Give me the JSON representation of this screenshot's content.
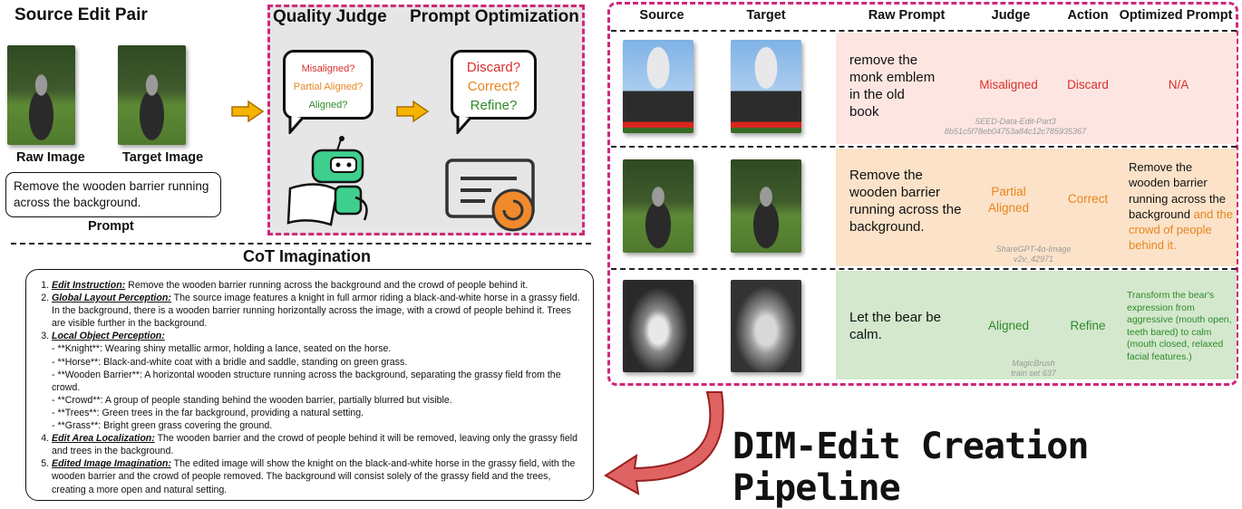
{
  "source_pair": {
    "title": "Source Edit Pair",
    "raw_label": "Raw Image",
    "target_label": "Target Image",
    "prompt_text": "Remove the wooden barrier running across the background.",
    "prompt_label": "Prompt"
  },
  "judge_panel": {
    "quality_title": "Quality Judge",
    "optim_title": "Prompt Optimization",
    "judge_options": [
      "Misaligned?",
      "Partial Aligned?",
      "Aligned?"
    ],
    "action_options": [
      "Discard?",
      "Correct?",
      "Refine?"
    ]
  },
  "colors": {
    "accent_pink": "#d0287a",
    "misaligned": "#d9302c",
    "partial": "#e8851e",
    "aligned": "#2e8a2a",
    "row1_bg": "#fde6e2",
    "row2_bg": "#fbe2c8",
    "row3_bg": "#d3e8cd",
    "arrow_yellow": "#f4b400",
    "arrow_red": "#d94c4c"
  },
  "table": {
    "headers": [
      "Source",
      "Target",
      "Raw Prompt",
      "Judge",
      "Action",
      "Optimized Prompt"
    ],
    "rows": [
      {
        "raw_prompt": "remove the monk emblem in the old book",
        "judge": "Misaligned",
        "action": "Discard",
        "optimized": "N/A",
        "optimized_extra": "",
        "source_line1": "SEED-Data-Edit-Part3",
        "source_line2": "8b51c5f78eb04753a84c12c785935367"
      },
      {
        "raw_prompt": "Remove the wooden barrier running across the background.",
        "judge": "Partial Aligned",
        "action": "Correct",
        "optimized": "Remove the wooden barrier running across the background",
        "optimized_extra": " and the crowd of people behind it.",
        "source_line1": "ShareGPT-4o-Image",
        "source_line2": "v2v_42971"
      },
      {
        "raw_prompt": "Let the bear be calm.",
        "judge": "Aligned",
        "action": "Refine",
        "optimized": "Transform the bear's expression from aggressive (mouth open, teeth bared) to calm (mouth closed, relaxed facial features.)",
        "optimized_extra": "",
        "source_line1": "MagicBrush",
        "source_line2": "train set 637"
      }
    ]
  },
  "cot": {
    "title": "CoT Imagination",
    "items": [
      {
        "key": "Edit Instruction:",
        "text": " Remove the wooden barrier running across the background and the crowd of people behind it.",
        "subs": []
      },
      {
        "key": "Global Layout Perception:",
        "text": " The source image features a knight in full armor riding a black-and-white horse in a grassy field. In the background, there is a wooden barrier running horizontally across the image, with a crowd of people behind it. Trees are visible further in the background.",
        "subs": []
      },
      {
        "key": "Local Object Perception:",
        "text": "",
        "subs": [
          "- **Knight**: Wearing shiny metallic armor, holding a lance, seated on the horse.",
          "- **Horse**: Black-and-white coat with a bridle and saddle, standing on green grass.",
          "- **Wooden Barrier**: A horizontal wooden structure running across the background, separating the grassy field from the crowd.",
          "- **Crowd**: A group of people standing behind the wooden barrier, partially blurred but visible.",
          "- **Trees**: Green trees in the far background, providing a natural setting.",
          "- **Grass**: Bright green grass covering the ground."
        ]
      },
      {
        "key": "Edit Area Localization:",
        "text": " The wooden barrier and the crowd of people behind it will be removed, leaving only the grassy field and trees in the background.",
        "subs": []
      },
      {
        "key": "Edited Image Imagination:",
        "text": " The edited image will show the knight on the black-and-white horse in the grassy field, with the wooden barrier and the crowd of people removed. The background will consist solely of the grassy field and the trees, creating a more open and natural setting.",
        "subs": []
      }
    ]
  },
  "pipeline_title": "DIM-Edit Creation Pipeline"
}
